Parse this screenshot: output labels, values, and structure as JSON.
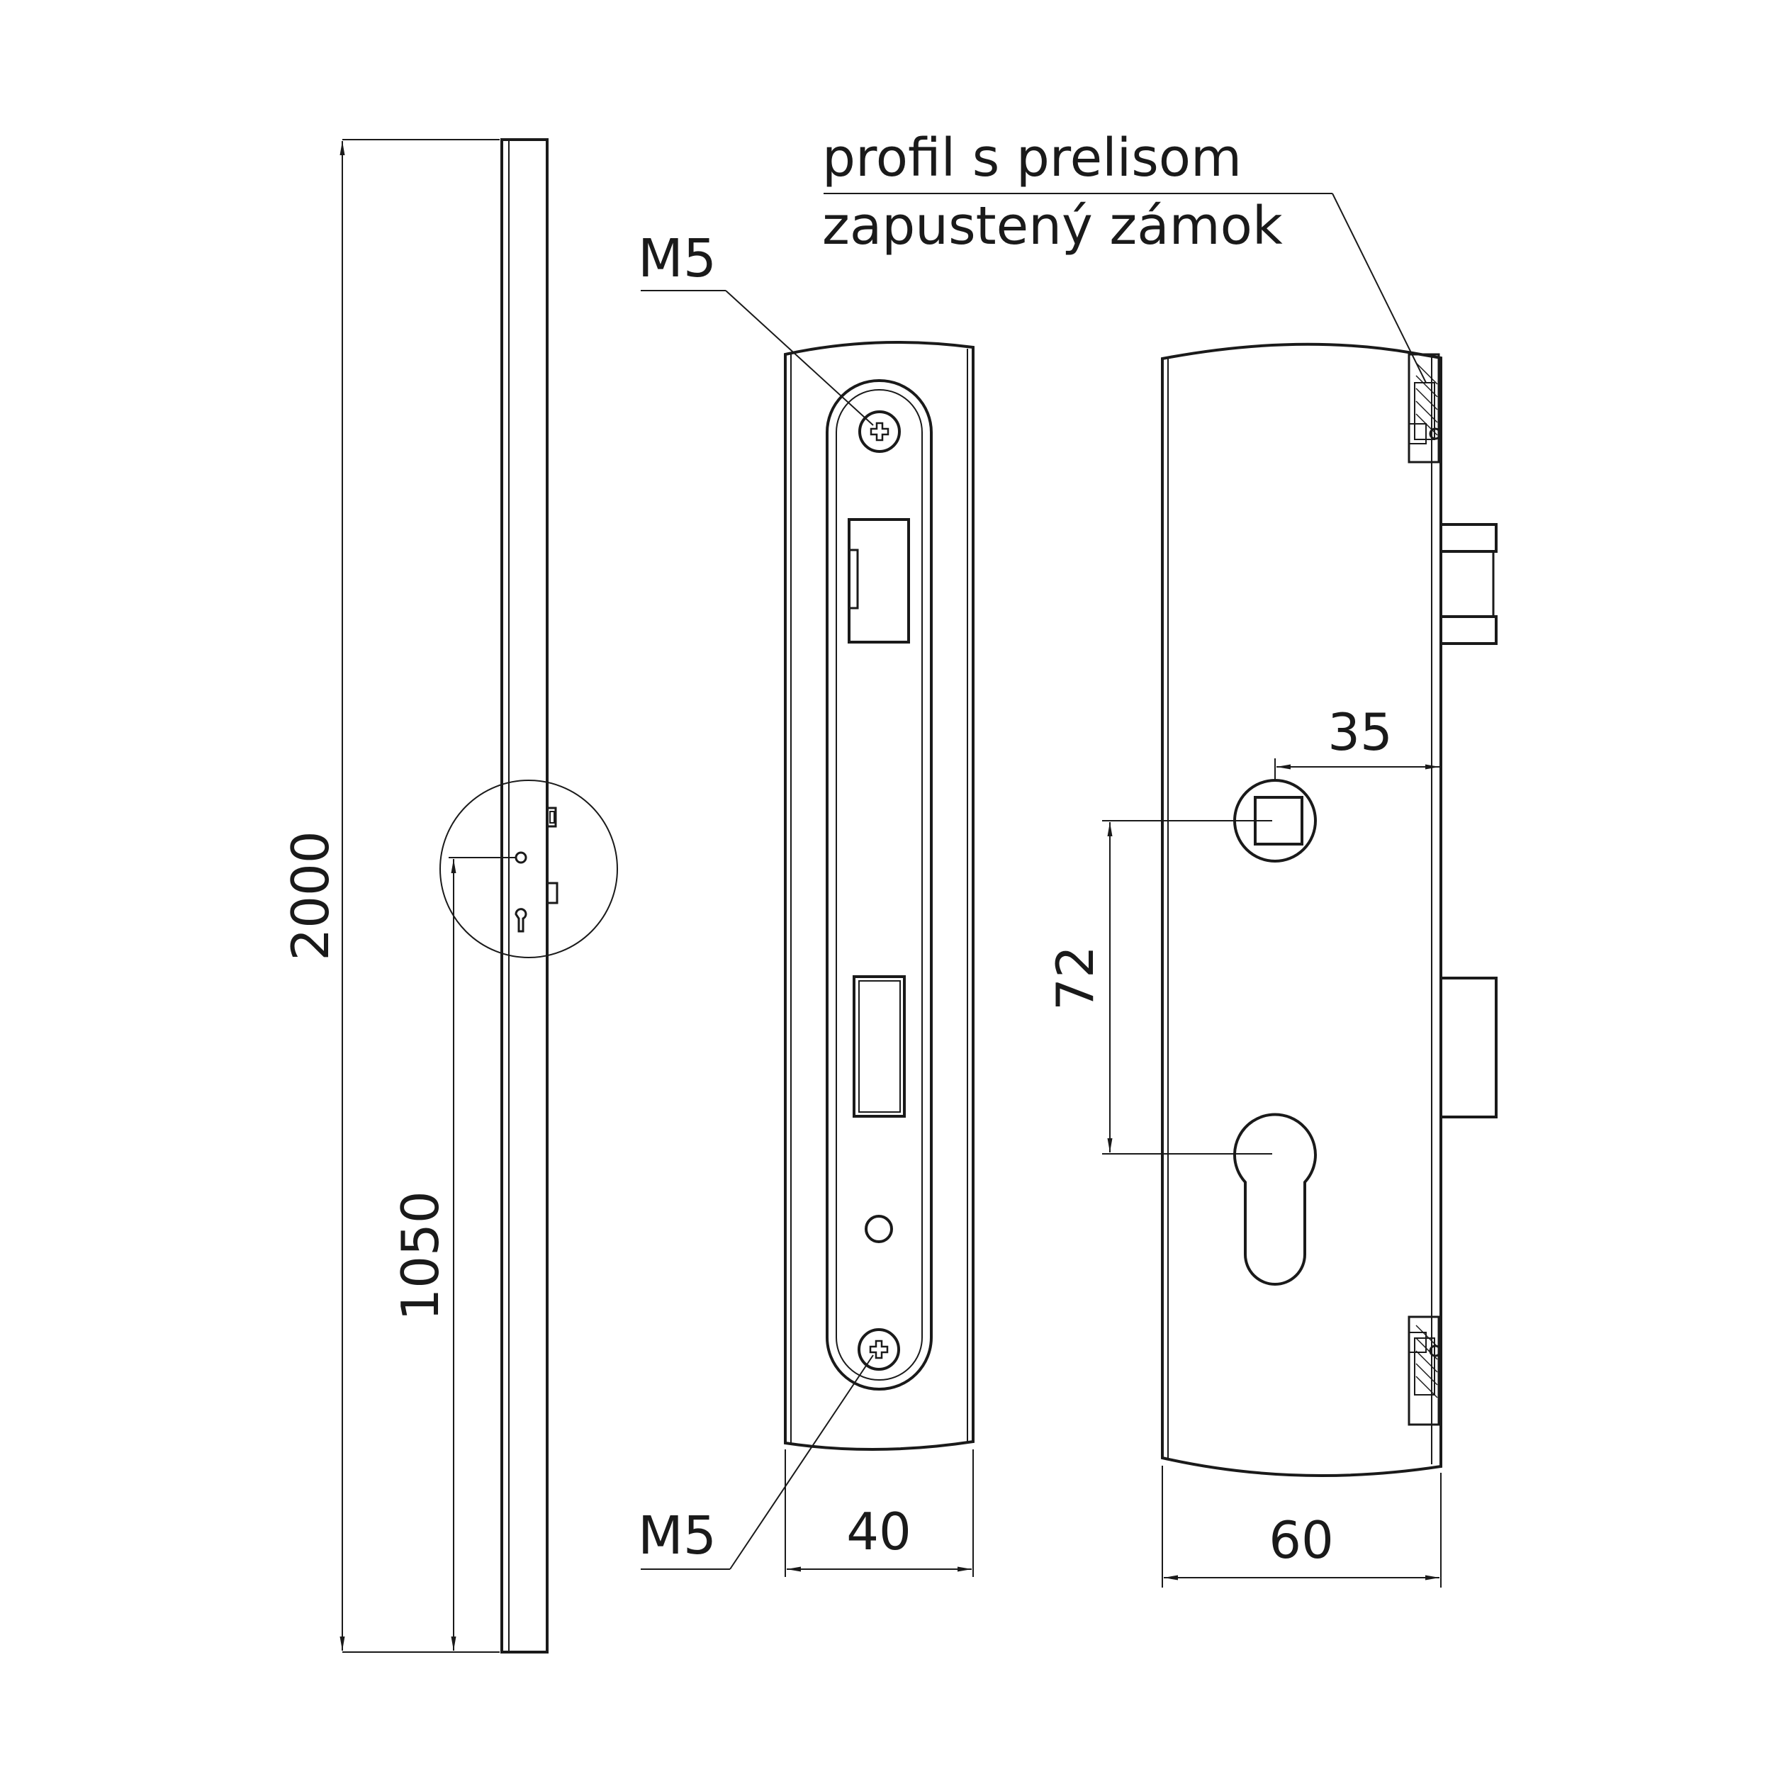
{
  "labels": {
    "profile_line1": "profil s prelisom",
    "profile_line2": "zapustený zámok",
    "screw_top": "M5",
    "screw_bottom": "M5"
  },
  "dimensions": {
    "height_total": "2000",
    "handle_height": "1050",
    "plate_width": "40",
    "lock_width": "60",
    "backset": "35",
    "spindle_to_cylinder": "72"
  },
  "colors": {
    "line": "#1a1a1a",
    "background": "#ffffff"
  }
}
